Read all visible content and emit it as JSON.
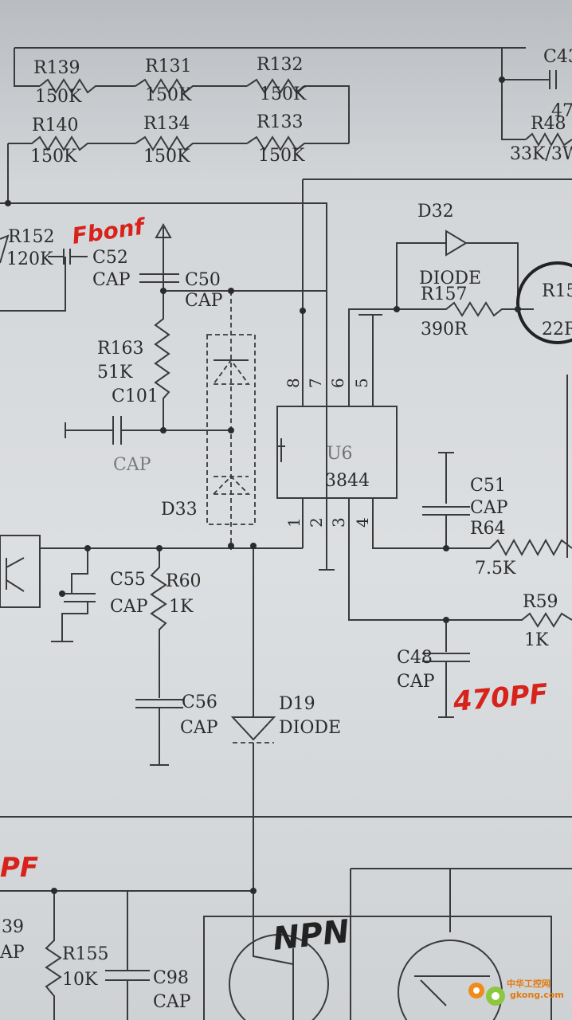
{
  "components": {
    "r139": {
      "ref": "R139",
      "val": "150K"
    },
    "r131": {
      "ref": "R131",
      "val": "150K"
    },
    "r132": {
      "ref": "R132",
      "val": "150K"
    },
    "r140": {
      "ref": "R140",
      "val": "150K"
    },
    "r134": {
      "ref": "R134",
      "val": "150K"
    },
    "r133": {
      "ref": "R133",
      "val": "150K"
    },
    "c43": {
      "ref": "C43",
      "val": "47"
    },
    "r48": {
      "ref": "R48",
      "val": "33K/3W"
    },
    "r152": {
      "ref": "R152",
      "val": "120K"
    },
    "c52": {
      "ref": "C52",
      "val": "CAP",
      "note": "Fbonf"
    },
    "c50": {
      "ref": "C50",
      "val": "CAP"
    },
    "d32": {
      "ref": "D32",
      "val": "DIODE"
    },
    "r157": {
      "ref": "R157",
      "val": "390R"
    },
    "r15x": {
      "ref": "R15",
      "val": "22R"
    },
    "r163": {
      "ref": "R163",
      "val": "51K"
    },
    "c101": {
      "ref": "C101",
      "val": "CAP"
    },
    "u6": {
      "ref": "U6",
      "val": "3844",
      "pins": [
        "8",
        "7",
        "6",
        "5",
        "1",
        "2",
        "3",
        "4"
      ]
    },
    "d33": {
      "ref": "D33"
    },
    "c51": {
      "ref": "C51",
      "val": "CAP"
    },
    "r64": {
      "ref": "R64",
      "val": "7.5K"
    },
    "c55": {
      "ref": "C55",
      "val": "CAP"
    },
    "r60": {
      "ref": "R60",
      "val": "1K"
    },
    "r59": {
      "ref": "R59",
      "val": "1K"
    },
    "c48": {
      "ref": "C48",
      "val": "CAP",
      "note": "470PF"
    },
    "c56": {
      "ref": "C56",
      "val": "CAP"
    },
    "d19": {
      "ref": "D19",
      "val": "DIODE"
    },
    "r155": {
      "ref": "R155",
      "val": "10K"
    },
    "c98": {
      "ref": "C98",
      "val": "CAP"
    },
    "cx": {
      "ref": "39",
      "val": "AP",
      "note": "PF"
    },
    "npn": {
      "note": "NPN"
    }
  },
  "watermark": {
    "site": "中华工控网",
    "url": "gkong.com"
  }
}
